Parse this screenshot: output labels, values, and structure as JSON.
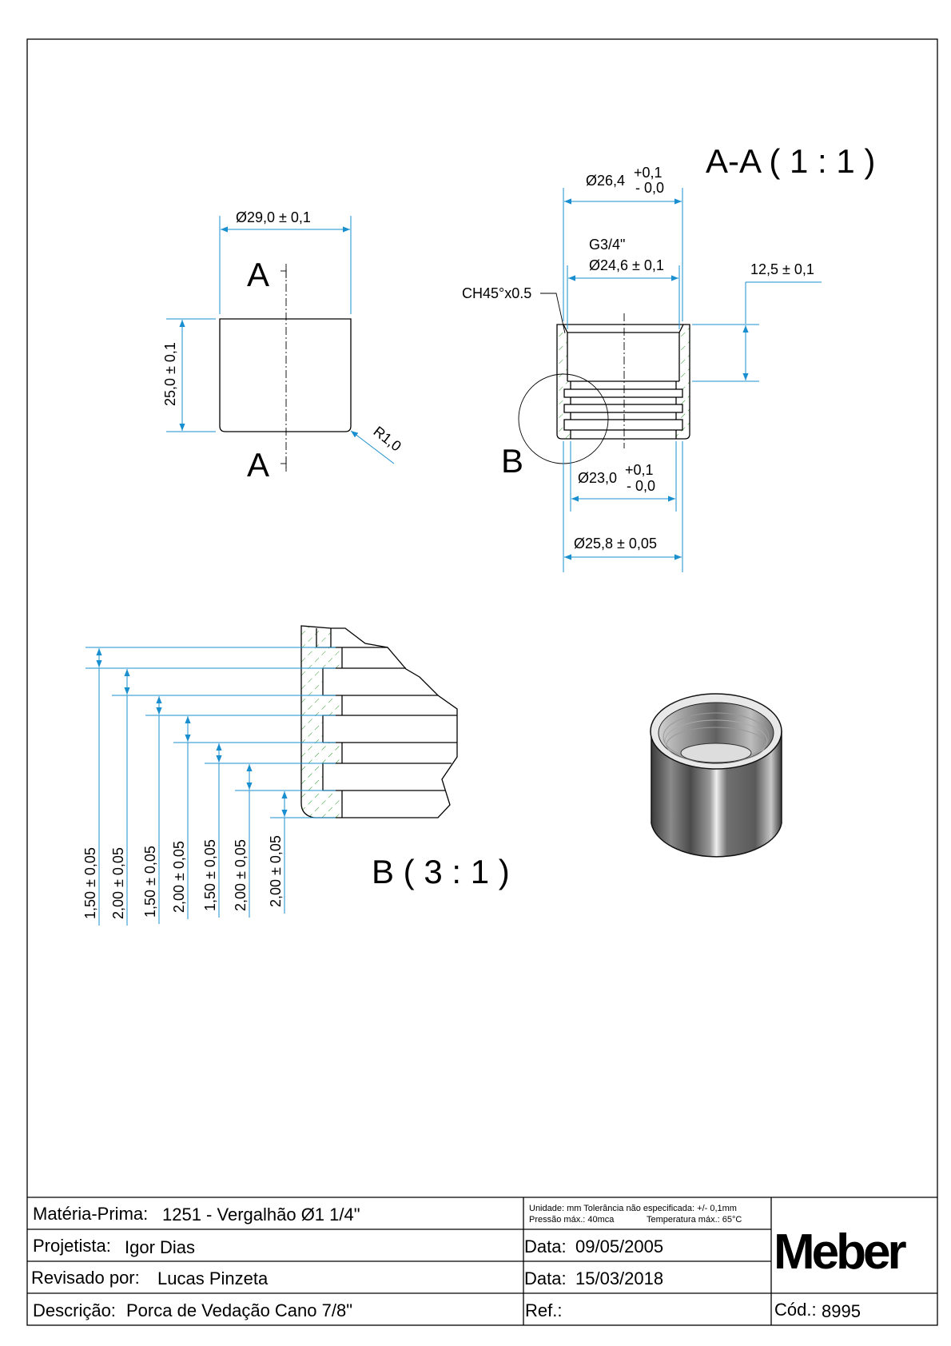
{
  "views": {
    "section_title": "A-A ( 1 : 1 )",
    "detail_title": "B ( 3 : 1 )",
    "section_mark_top": "A",
    "section_mark_bottom": "A",
    "detail_mark": "B"
  },
  "front_view": {
    "diameter": "Ø29,0 ± 0,1",
    "height": "25,0 ± 0,1",
    "radius": "R1,0"
  },
  "section_view": {
    "outer_dia": "Ø26,4",
    "outer_tol_upper": "+0,1",
    "outer_tol_lower": "- 0,0",
    "thread": "G3/4\"",
    "thread_dia": "Ø24,6 ± 0,1",
    "chamfer": "CH45°x0.5",
    "depth": "12,5 ± 0,1",
    "root_dia": "Ø23,0",
    "root_tol_upper": "+0,1",
    "root_tol_lower": "- 0,0",
    "bottom_dia": "Ø25,8 ± 0,05"
  },
  "detail_view": {
    "dims": [
      "1,50 ± 0,05",
      "2,00 ± 0,05",
      "1,50 ± 0,05",
      "2,00 ± 0,05",
      "1,50 ± 0,05",
      "2,00 ± 0,05",
      "2,00 ± 0,05"
    ]
  },
  "title_block": {
    "material_label": "Matéria-Prima:",
    "material_value": "1251 - Vergalhão Ø1 1/4\"",
    "designer_label": "Projetista:",
    "designer_value": "Igor Dias",
    "reviewer_label": "Revisado por:",
    "reviewer_value": "Lucas Pinzeta",
    "description_label": "Descrição:",
    "description_value": "Porca de Vedação Cano 7/8\"",
    "note_line1": "Unidade: mm Tolerância não especificada: +/- 0,1mm",
    "note_pressure": "Pressão máx.: 40mca",
    "note_temperature": "Temperatura máx.: 65°C",
    "date1_label": "Data:",
    "date1_value": "09/05/2005",
    "date2_label": "Data:",
    "date2_value": "15/03/2018",
    "ref_label": "Ref.:",
    "code_label": "Cód.:",
    "code_value": "8995",
    "logo": "Meber"
  },
  "colors": {
    "dimension": "#1a8fd0",
    "hatch": "#2a9a2a"
  }
}
